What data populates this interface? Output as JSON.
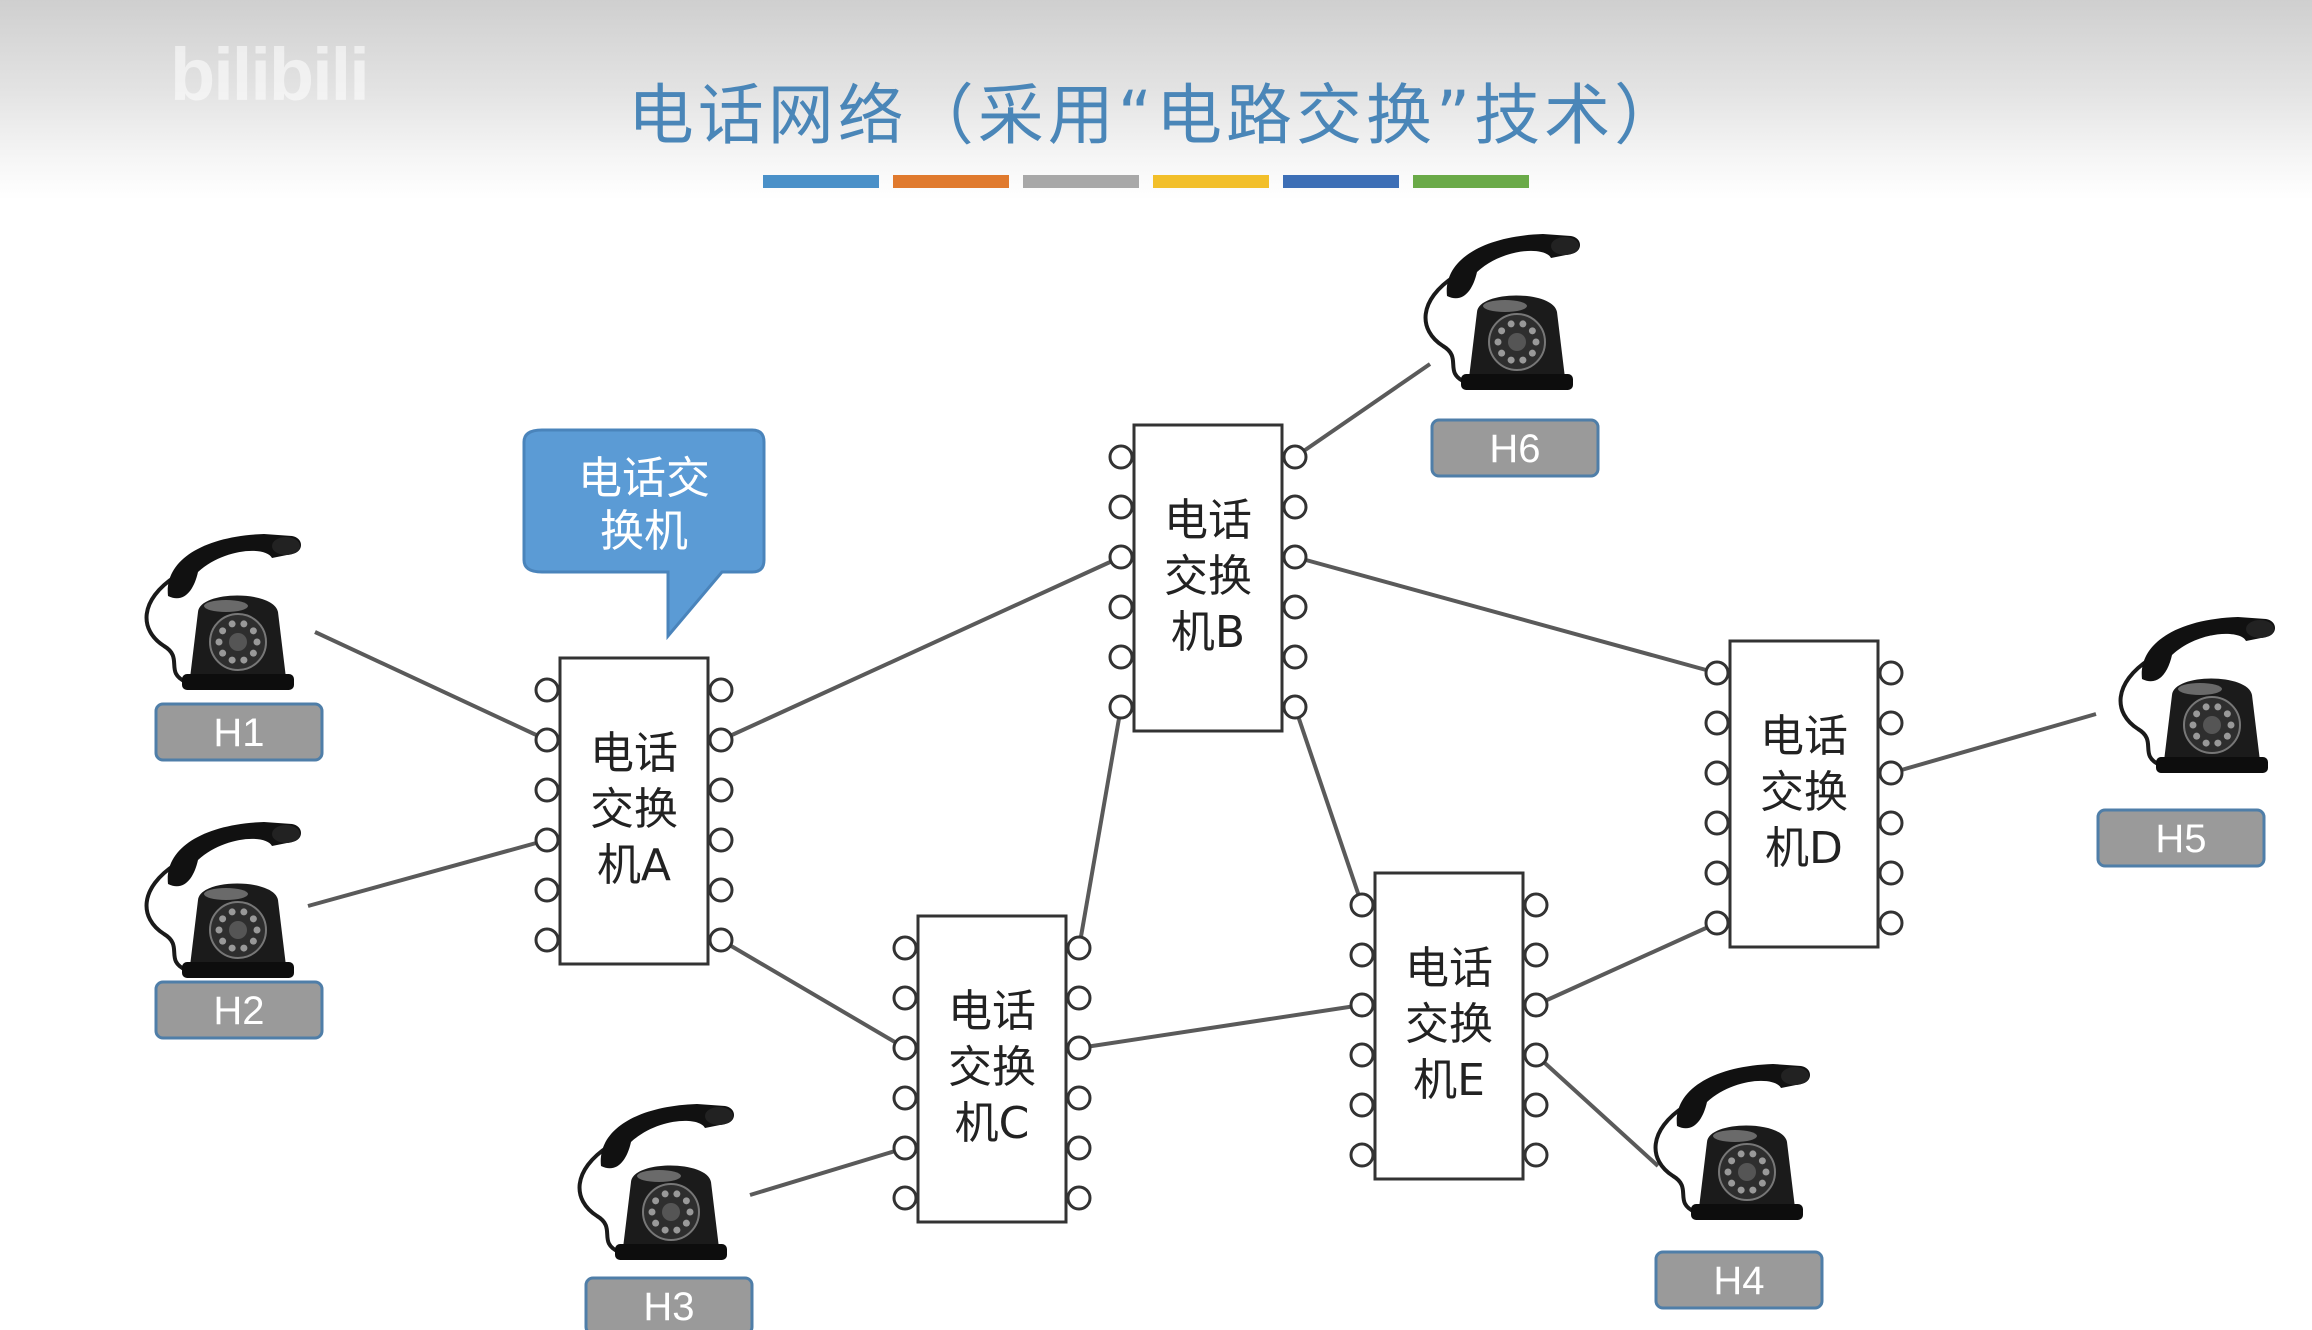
{
  "title": "电话网络（采用“电路交换”技术）",
  "watermark": "bilibili",
  "color_bar": [
    "#4a90c8",
    "#e07a2e",
    "#a8a8a8",
    "#f2bf2a",
    "#3d6fb6",
    "#6aaa48"
  ],
  "callout": {
    "line1": "电话交",
    "line2": "换机",
    "color": "#5b9bd5"
  },
  "switches": [
    {
      "id": "A",
      "line1": "电话",
      "line2": "交换",
      "line3": "机A"
    },
    {
      "id": "B",
      "line1": "电话",
      "line2": "交换",
      "line3": "机B"
    },
    {
      "id": "C",
      "line1": "电话",
      "line2": "交换",
      "line3": "机C"
    },
    {
      "id": "D",
      "line1": "电话",
      "line2": "交换",
      "line3": "机D"
    },
    {
      "id": "E",
      "line1": "电话",
      "line2": "交换",
      "line3": "机E"
    }
  ],
  "hosts": [
    {
      "id": "H1",
      "label": "H1"
    },
    {
      "id": "H2",
      "label": "H2"
    },
    {
      "id": "H3",
      "label": "H3"
    },
    {
      "id": "H4",
      "label": "H4"
    },
    {
      "id": "H5",
      "label": "H5"
    },
    {
      "id": "H6",
      "label": "H6"
    }
  ],
  "links": [
    [
      "H1",
      "A"
    ],
    [
      "H2",
      "A"
    ],
    [
      "A",
      "B"
    ],
    [
      "A",
      "C"
    ],
    [
      "H3",
      "C"
    ],
    [
      "C",
      "B"
    ],
    [
      "C",
      "E"
    ],
    [
      "B",
      "H6"
    ],
    [
      "B",
      "D"
    ],
    [
      "B",
      "E"
    ],
    [
      "E",
      "D"
    ],
    [
      "E",
      "H4"
    ],
    [
      "D",
      "H5"
    ]
  ],
  "colors": {
    "host_label_bg": "#9a9a9a",
    "host_label_border": "#4f7ea8",
    "title": "#4a86b8"
  }
}
